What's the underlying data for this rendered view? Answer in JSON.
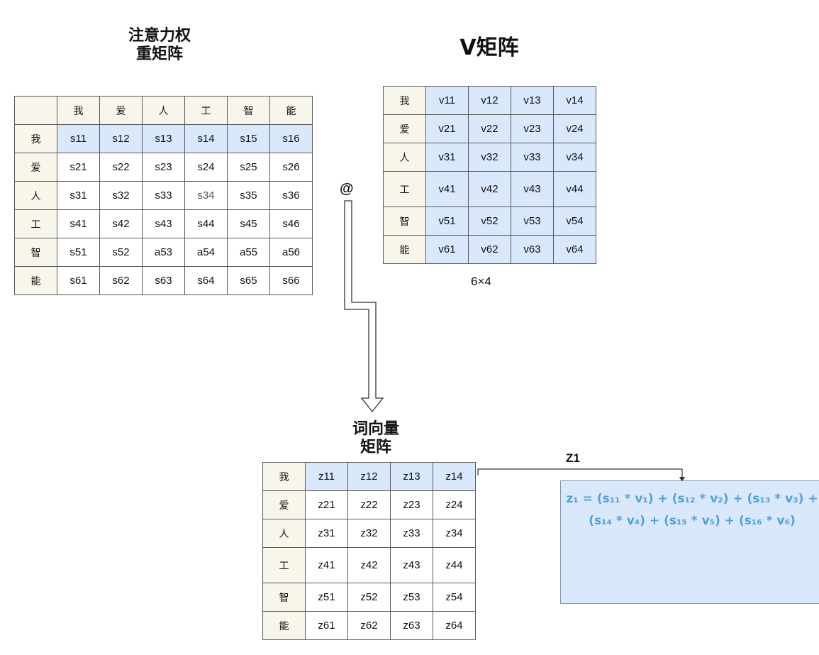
{
  "attention": {
    "title_line1": "注意力权",
    "title_line2": "重矩阵",
    "col_headers": [
      "我",
      "爱",
      "人",
      "工",
      "智",
      "能"
    ],
    "rows": [
      {
        "label": "我",
        "cells": [
          "s11",
          "s12",
          "s13",
          "s14",
          "s15",
          "s16"
        ]
      },
      {
        "label": "爱",
        "cells": [
          "s21",
          "s22",
          "s23",
          "s24",
          "s25",
          "s26"
        ]
      },
      {
        "label": "人",
        "cells": [
          "s31",
          "s32",
          "s33",
          "s34",
          "s35",
          "s36"
        ]
      },
      {
        "label": "工",
        "cells": [
          "s41",
          "s42",
          "s43",
          "s44",
          "s45",
          "s46"
        ]
      },
      {
        "label": "智",
        "cells": [
          "s51",
          "s52",
          "a53",
          "a54",
          "a55",
          "a56"
        ]
      },
      {
        "label": "能",
        "cells": [
          "s61",
          "s62",
          "s63",
          "s64",
          "s65",
          "s66"
        ]
      }
    ]
  },
  "v_matrix": {
    "title": "V矩阵",
    "dimension": "6×4",
    "rows": [
      {
        "label": "我",
        "cells": [
          "v11",
          "v12",
          "v13",
          "v14"
        ]
      },
      {
        "label": "爱",
        "cells": [
          "v21",
          "v22",
          "v23",
          "v24"
        ]
      },
      {
        "label": "人",
        "cells": [
          "v31",
          "v32",
          "v33",
          "v34"
        ]
      },
      {
        "label": "工",
        "cells": [
          "v41",
          "v42",
          "v43",
          "v44"
        ]
      },
      {
        "label": "智",
        "cells": [
          "v51",
          "v52",
          "v53",
          "v54"
        ]
      },
      {
        "label": "能",
        "cells": [
          "v61",
          "v62",
          "v63",
          "v64"
        ]
      }
    ]
  },
  "operator": "@",
  "z_matrix": {
    "title_line1": "词向量",
    "title_line2": "矩阵",
    "rows": [
      {
        "label": "我",
        "cells": [
          "z11",
          "z12",
          "z13",
          "z14"
        ]
      },
      {
        "label": "爱",
        "cells": [
          "z21",
          "z22",
          "z23",
          "z24"
        ]
      },
      {
        "label": "人",
        "cells": [
          "z31",
          "z32",
          "z33",
          "z34"
        ]
      },
      {
        "label": "工",
        "cells": [
          "z41",
          "z42",
          "z43",
          "z44"
        ]
      },
      {
        "label": "智",
        "cells": [
          "z51",
          "z52",
          "z53",
          "z54"
        ]
      },
      {
        "label": "能",
        "cells": [
          "z61",
          "z62",
          "z63",
          "z64"
        ]
      }
    ]
  },
  "z1_label": "Z1",
  "formula": "z₁ = (s₁₁ * v₁) + (s₁₂ * v₂) + (s₁₃ * v₃) + (s₁₄ * v₄) + (s₁₅ * v₅) + (s₁₆ * v₆)",
  "colors": {
    "highlight": "#dae8fc",
    "header": "#f8f5ea",
    "formula_text": "#4aa3df"
  }
}
